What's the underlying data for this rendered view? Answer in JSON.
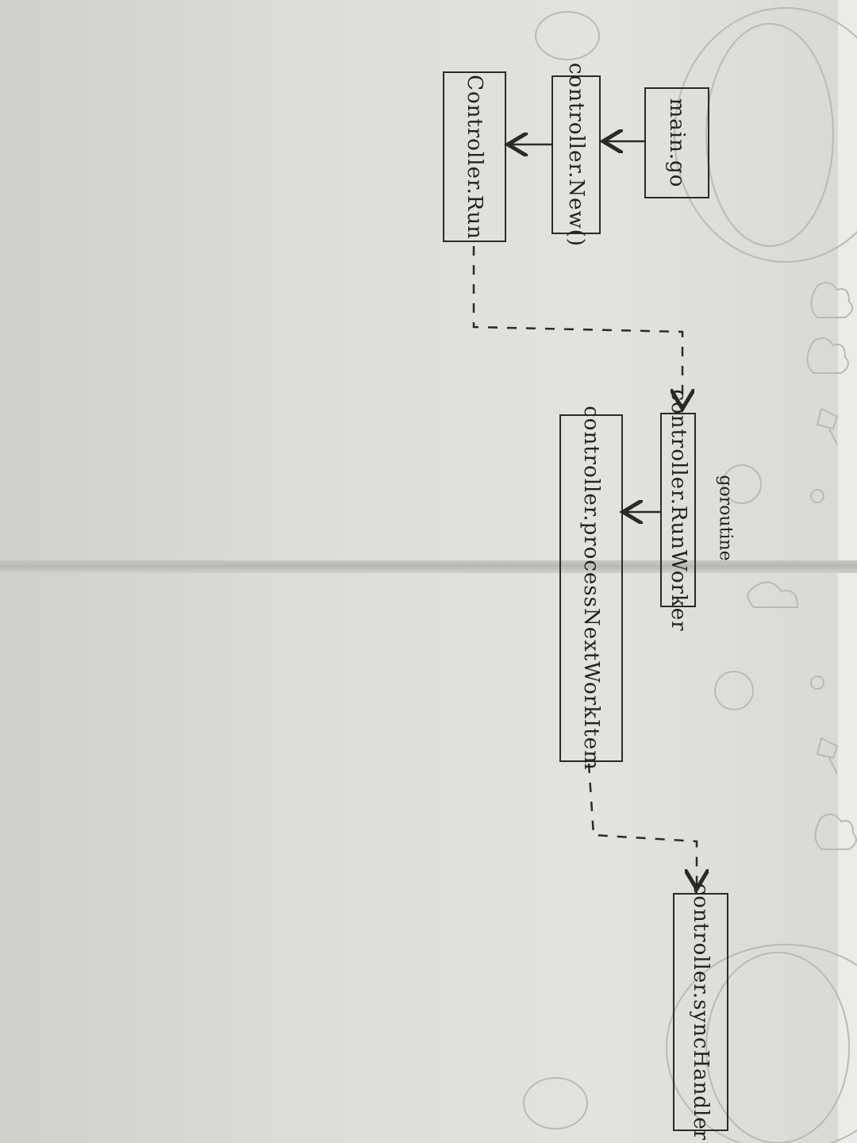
{
  "diagram": {
    "nodes": {
      "main_go": "main.go",
      "controller_new": "controller.New()",
      "controller_run": "Controller.Run",
      "run_worker": "controller.RunWorker",
      "process_next": "controller.processNextWorkItem",
      "sync_handler": "controller.syncHandler"
    },
    "annotation": "goroutine"
  }
}
